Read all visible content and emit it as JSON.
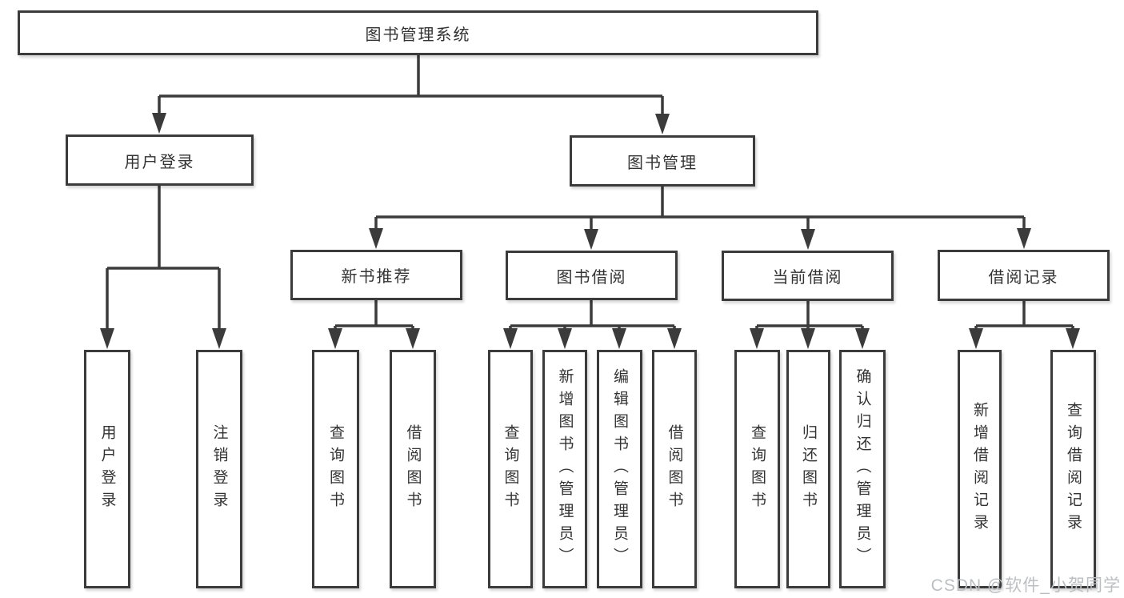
{
  "diagram": {
    "tree": {
      "label": "图书管理系统",
      "children": [
        {
          "label": "用户登录",
          "children": [
            {
              "label": "用户登录"
            },
            {
              "label": "注销登录"
            }
          ]
        },
        {
          "label": "图书管理",
          "children": [
            {
              "label": "新书推荐",
              "children": [
                {
                  "label": "查询图书"
                },
                {
                  "label": "借阅图书"
                }
              ]
            },
            {
              "label": "图书借阅",
              "children": [
                {
                  "label": "查询图书"
                },
                {
                  "label": "新增图书（管理员）"
                },
                {
                  "label": "编辑图书（管理员）"
                },
                {
                  "label": "借阅图书"
                }
              ]
            },
            {
              "label": "当前借阅",
              "children": [
                {
                  "label": "查询图书"
                },
                {
                  "label": "归还图书"
                },
                {
                  "label": "确认归还（管理员）"
                }
              ]
            },
            {
              "label": "借阅记录",
              "children": [
                {
                  "label": "新增借阅记录"
                },
                {
                  "label": "查询借阅记录"
                }
              ]
            }
          ]
        }
      ]
    },
    "colors": {
      "line": "#3b3b3b",
      "box_border": "#3b3b3b",
      "text": "#333333",
      "background": "#ffffff",
      "watermark": "#bcbfc1"
    },
    "watermark": "CSDN @软件_小贺同学"
  }
}
